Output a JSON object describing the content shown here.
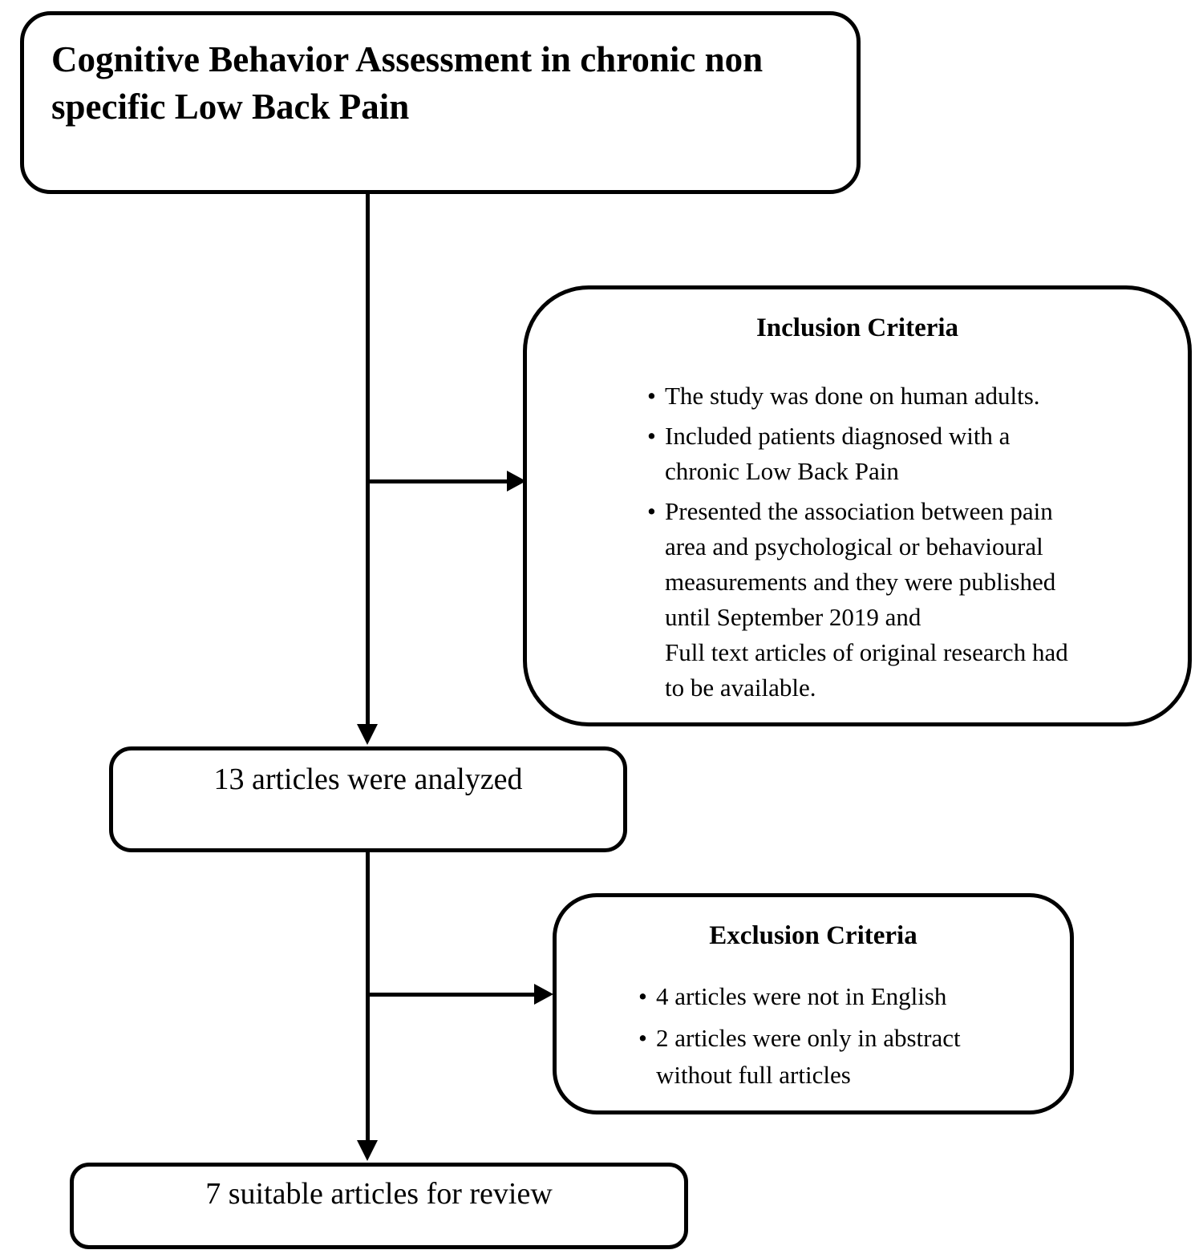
{
  "page": {
    "background": "#ffffff",
    "line_color": "#000000",
    "text_color": "#000000"
  },
  "title_box": {
    "text": "Cognitive Behavior Assessment in chronic non\nspecific Low Back Pain"
  },
  "inclusion_box": {
    "title": "Inclusion Criteria",
    "lines": [
      {
        "marker": "•",
        "text": "The study was done on human adults."
      },
      {
        "marker": "•",
        "text": "Included patients diagnosed with a"
      },
      {
        "marker": "",
        "text": "chronic Low Back Pain"
      },
      {
        "marker": "•",
        "text": "Presented the association between pain"
      },
      {
        "marker": "",
        "text": "area and psychological or behavioural"
      },
      {
        "marker": "",
        "text": "measurements and they were published"
      },
      {
        "marker": "",
        "text": "until September 2019 and"
      },
      {
        "marker": "",
        "text": "Full text articles of original research had"
      },
      {
        "marker": "",
        "text": "to be available."
      }
    ]
  },
  "analyzed_box": {
    "text": "13 articles were analyzed"
  },
  "exclusion_box": {
    "title": "Exclusion Criteria",
    "lines": [
      {
        "marker": "•",
        "text": "4 articles were not in English"
      },
      {
        "marker": "•",
        "text": "2 articles were only in abstract"
      },
      {
        "marker": "",
        "text": "without full articles"
      }
    ]
  },
  "review_box": {
    "text": "7 suitable articles for review"
  }
}
